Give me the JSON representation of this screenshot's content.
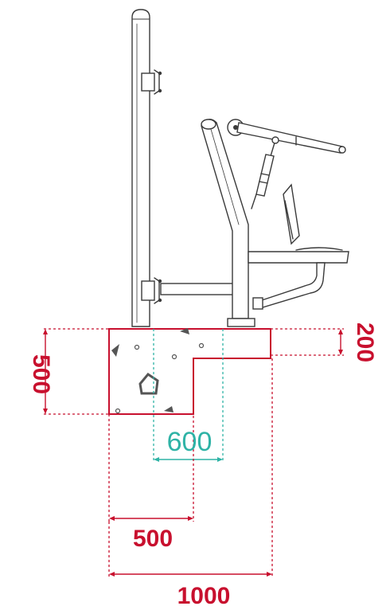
{
  "dimensions": {
    "height_total": "500",
    "height_step": "200",
    "width_total": "1000",
    "width_step": "500",
    "width_inner": "600"
  },
  "colors": {
    "dimension_red": "#c8102e",
    "dimension_teal": "#2fb3a6",
    "equipment_line": "#3a3a3a"
  }
}
